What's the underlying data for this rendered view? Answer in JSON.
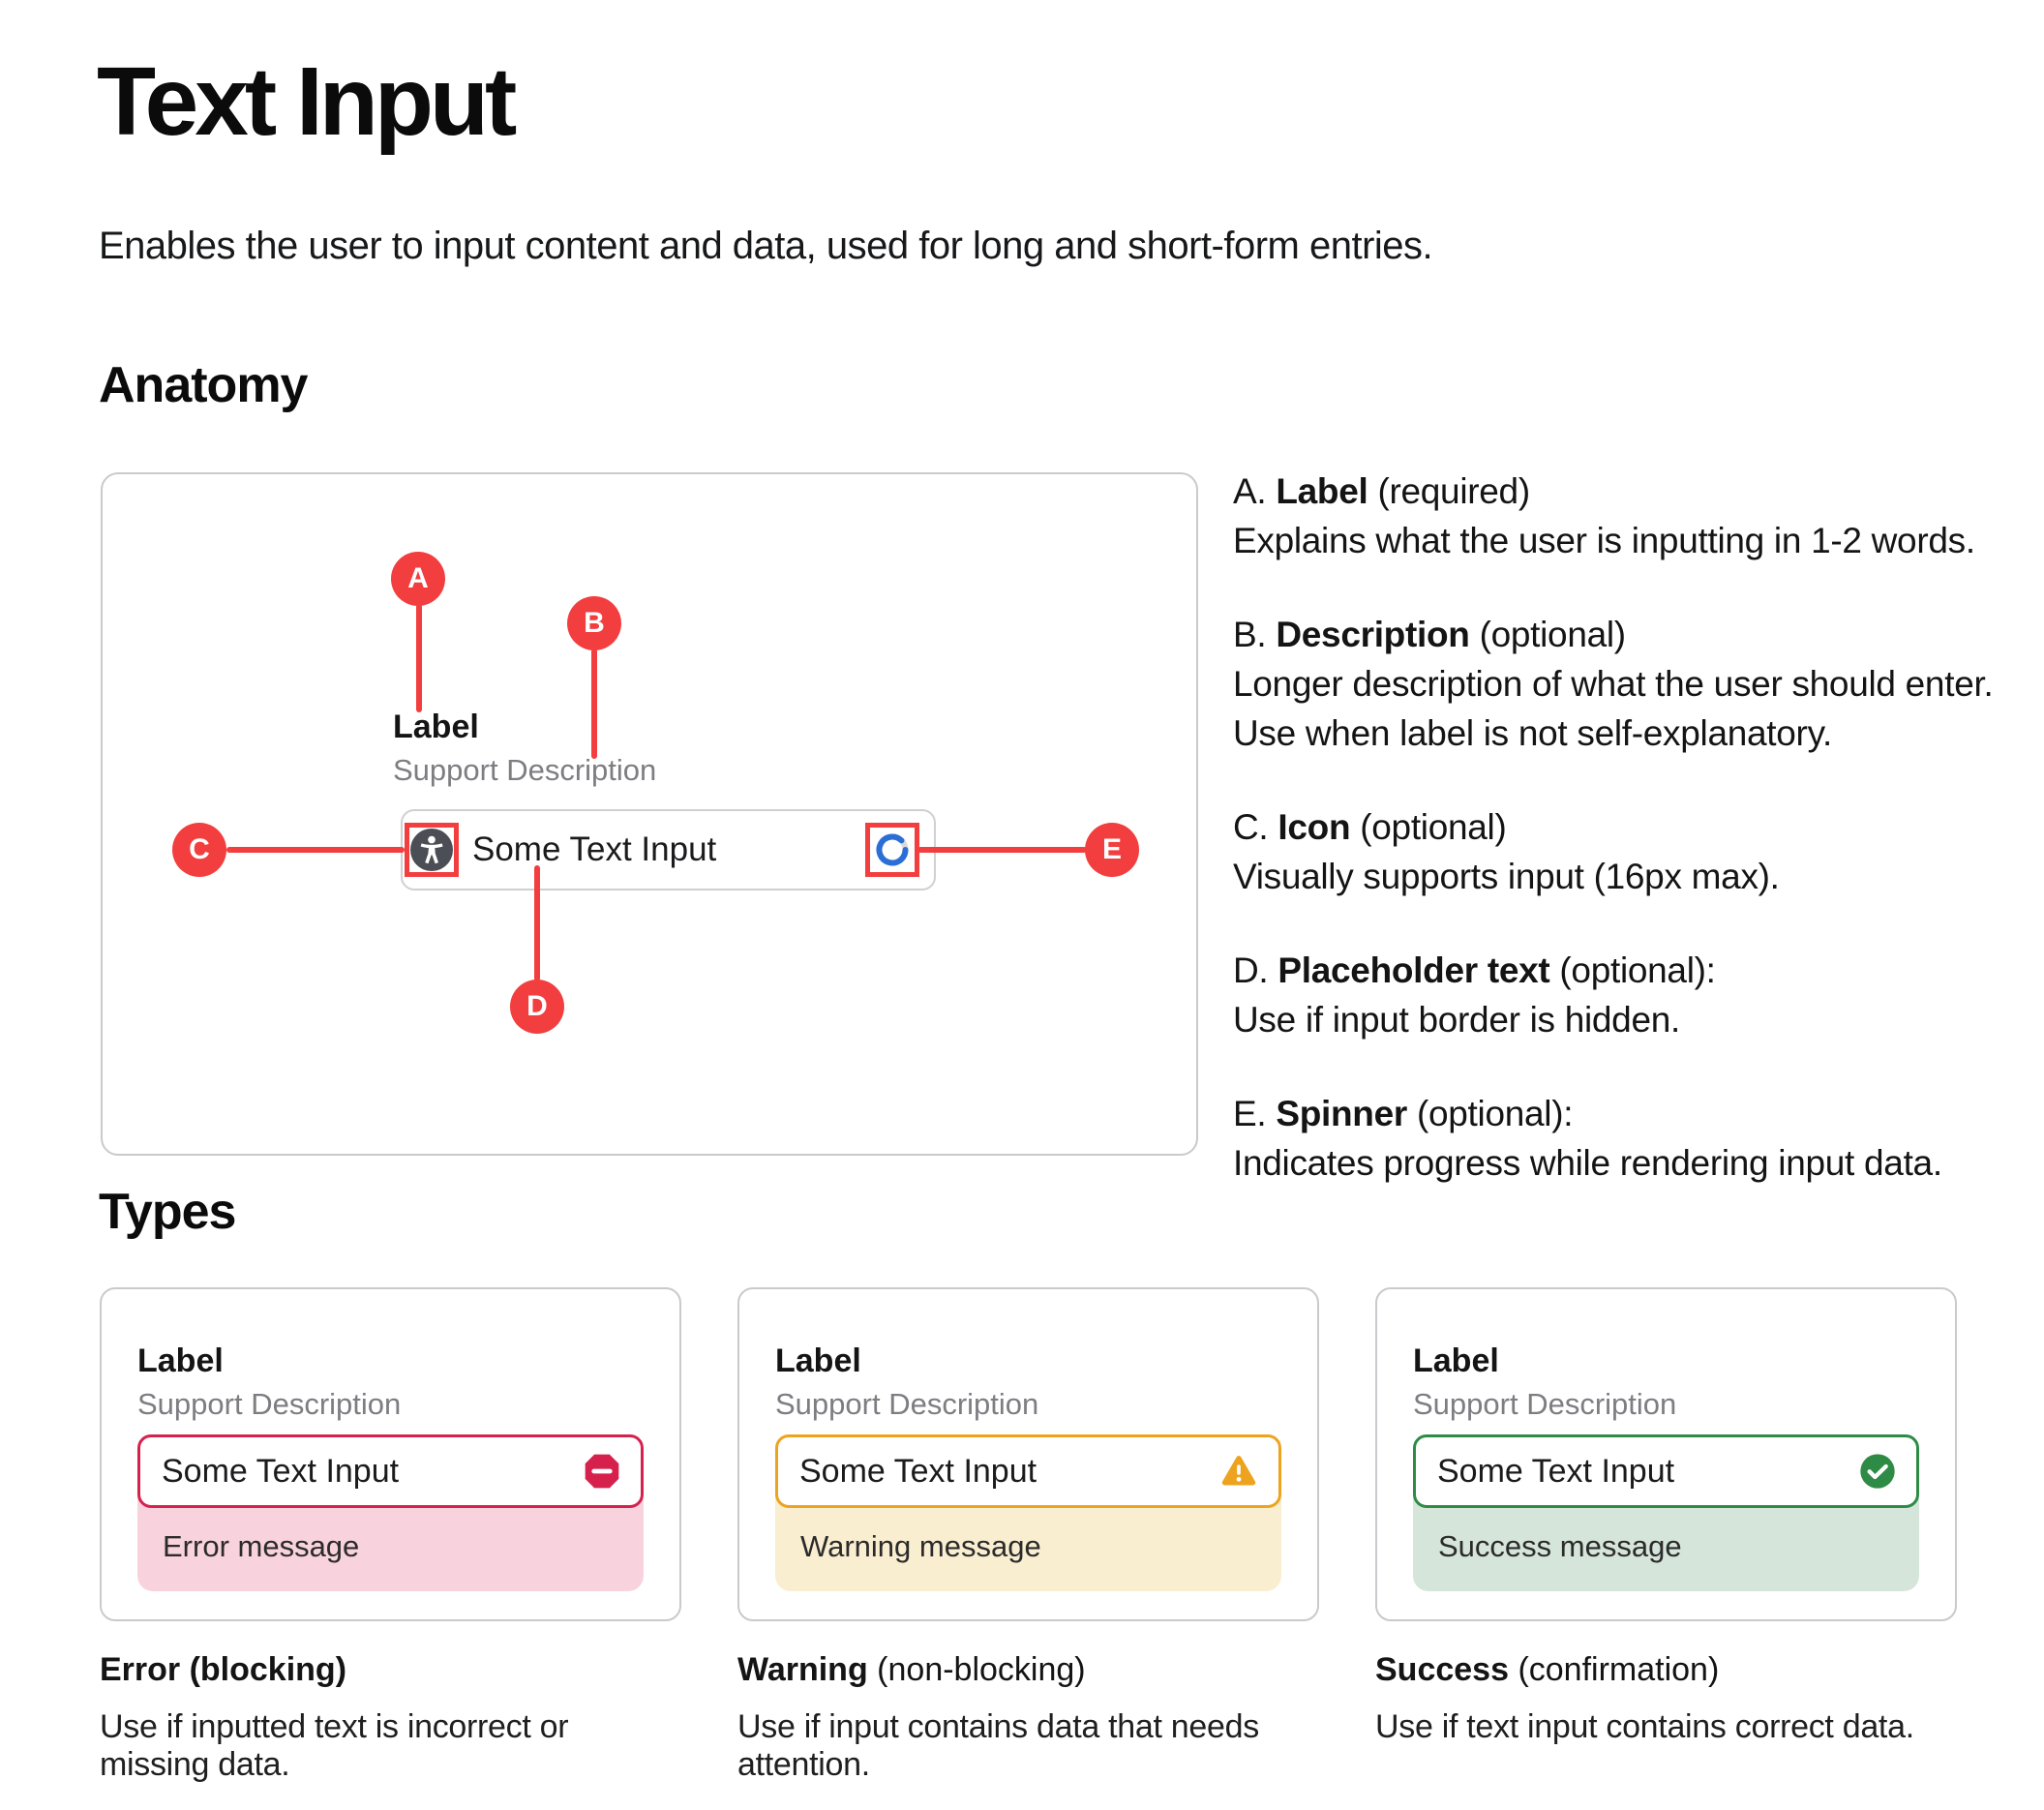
{
  "page": {
    "title": "Text Input",
    "subtitle": "Enables the user to input content and data, used for long and short-form entries."
  },
  "anatomy": {
    "heading": "Anatomy",
    "diagram": {
      "label": "Label",
      "support_description": "Support Description",
      "input_text": "Some Text Input",
      "icons": [
        "accessibility-icon",
        "spinner-icon"
      ],
      "markers": {
        "a": "A",
        "b": "B",
        "c": "C",
        "d": "D",
        "e": "E"
      }
    },
    "legend": [
      {
        "prefix": "A. ",
        "term": "Label",
        "suffix": " (required)",
        "line1": "Explains what the user is inputting in 1-2 words."
      },
      {
        "prefix": "B. ",
        "term": "Description",
        "suffix": " (optional)",
        "line1": "Longer description of what the user should enter.",
        "line2": "Use when label is not self-explanatory."
      },
      {
        "prefix": "C. ",
        "term": "Icon",
        "suffix": " (optional)",
        "line1": "Visually supports input (16px max)."
      },
      {
        "prefix": "D. ",
        "term": "Placeholder text",
        "suffix": " (optional):",
        "line1": "Use if input border is hidden."
      },
      {
        "prefix": "E. ",
        "term": "Spinner",
        "suffix": " (optional):",
        "line1": "Indicates progress while rendering input data."
      }
    ]
  },
  "types": {
    "heading": "Types",
    "cards": [
      {
        "kind": "error",
        "label": "Label",
        "support": "Support Description",
        "input_text": "Some Text Input",
        "icon": "stop-icon",
        "message": "Error message",
        "caption_term": "Error (blocking)",
        "caption_rest": "",
        "caption_line": "Use if inputted text is incorrect or missing data."
      },
      {
        "kind": "warning",
        "label": "Label",
        "support": "Support Description",
        "input_text": "Some Text Input",
        "icon": "warning-icon",
        "message": "Warning message",
        "caption_term": "Warning",
        "caption_rest": " (non-blocking)",
        "caption_line": "Use if input contains data that needs attention."
      },
      {
        "kind": "success",
        "label": "Label",
        "support": "Support Description",
        "input_text": "Some Text Input",
        "icon": "check-circle-icon",
        "message": "Success message",
        "caption_term": "Success",
        "caption_rest": " (confirmation)",
        "caption_line": "Use if text input contains correct data."
      }
    ]
  },
  "colors": {
    "marker_red": "#f23e3e",
    "error": "#d6214d",
    "error_bg": "#f8d3dd",
    "warning": "#eea31f",
    "warning_bg": "#faeed1",
    "success": "#2e8b45",
    "success_bg": "#d6e5d9",
    "spinner_blue": "#2b6fd6",
    "accessibility_icon_bg": "#4b4e54"
  }
}
